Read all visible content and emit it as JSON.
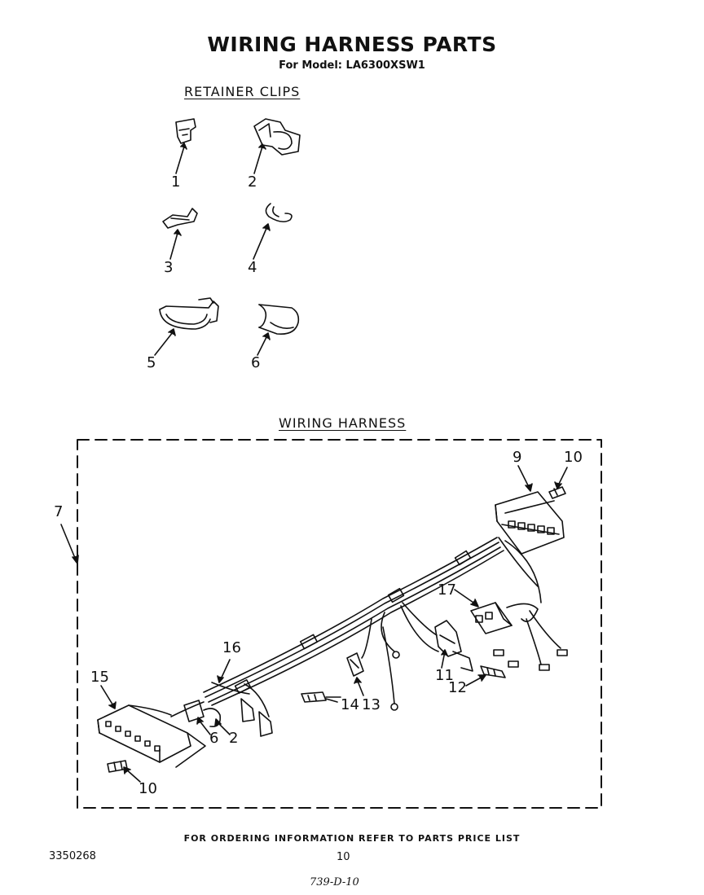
{
  "header": {
    "title": "WIRING HARNESS PARTS",
    "subtitle": "For Model: LA6300XSW1"
  },
  "sections": {
    "retainer_clips": "RETAINER CLIPS",
    "wiring_harness": "WIRING HARNESS"
  },
  "retainer_clip_callouts": [
    "1",
    "2",
    "3",
    "4",
    "5",
    "6"
  ],
  "harness_callouts": {
    "c7": "7",
    "c9": "9",
    "c10_top": "10",
    "c17": "17",
    "c16": "16",
    "c15": "15",
    "c11": "11",
    "c12": "12",
    "c14": "14",
    "c13": "13",
    "c6": "6",
    "c2": "2",
    "c10_bottom": "10"
  },
  "footer": {
    "note": "FOR ORDERING INFORMATION REFER TO PARTS PRICE LIST",
    "doc_number": "3350268",
    "page_number": "10",
    "handwritten": "739-D-10"
  }
}
